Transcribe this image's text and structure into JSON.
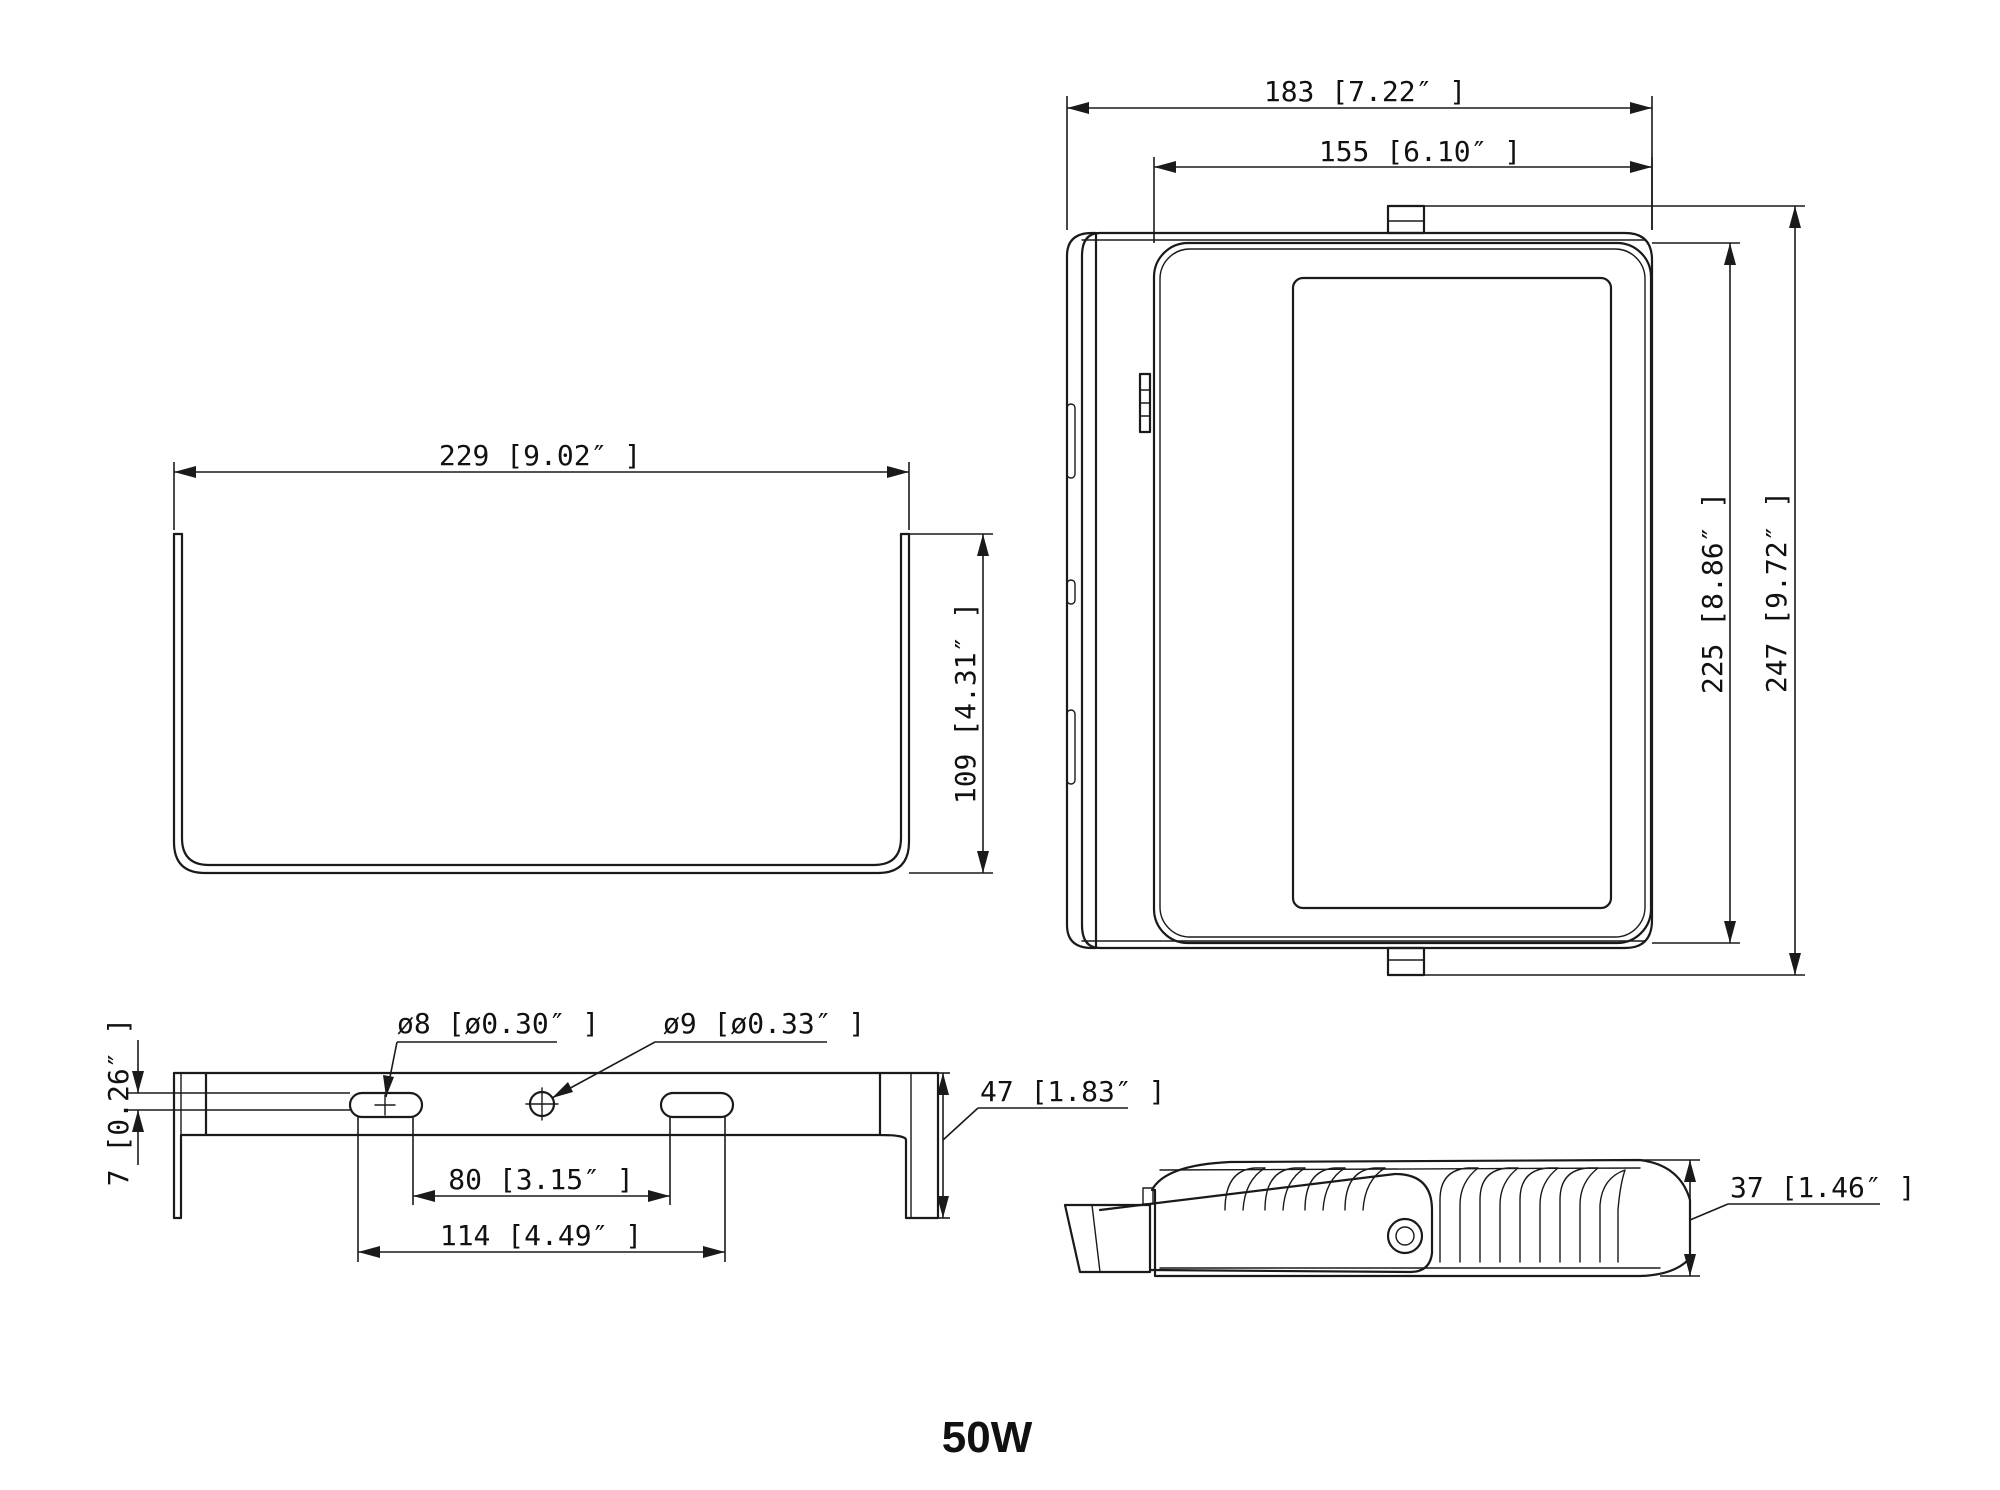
{
  "caption": "50W",
  "front_view": {
    "width_overall": "183 [7.22″ ]",
    "width_lens": "155 [6.10″ ]",
    "height_lens": "225 [8.86″ ]",
    "height_overall": "247 [9.72″ ]"
  },
  "top_view": {
    "width": "229 [9.02″ ]",
    "depth": "109 [4.31″ ]"
  },
  "bracket_view": {
    "slot_diameter": "ø8 [ø0.30″ ]",
    "hole_diameter": "ø9 [ø0.33″ ]",
    "slot_offset": "7 [0.26″ ]",
    "height": "47 [1.83″ ]",
    "inner_spacing": "80 [3.15″ ]",
    "outer_spacing": "114 [4.49″ ]"
  },
  "side_view": {
    "thickness": "37 [1.46″ ]"
  }
}
